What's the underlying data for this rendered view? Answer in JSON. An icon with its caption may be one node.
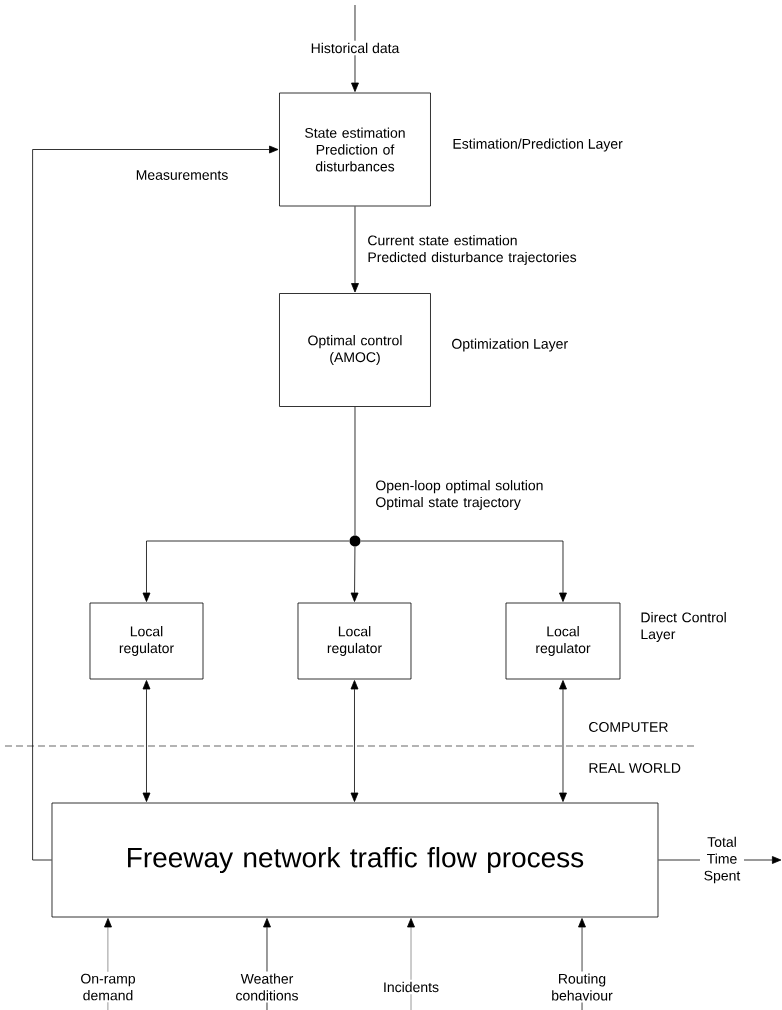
{
  "diagram": {
    "nodes": [
      {
        "text": [
          "State estimation Prediction of disturbances"
        ],
        "beside": [
          "Estimation/Prediction Layer"
        ]
      },
      {
        "text": [
          "Optimal control (AMOC)"
        ],
        "beside": [
          "Optimization Layer"
        ]
      },
      {
        "text": [],
        "shape": "circle"
      },
      {
        "text": [
          "Local regulator"
        ]
      },
      {
        "text": [
          "Local regulator"
        ]
      },
      {
        "text": [
          "Local regulator"
        ],
        "beside": [
          "Direct Control Layer"
        ]
      },
      {
        "text": [
          "Freeway network traffic flow process"
        ]
      }
    ],
    "edges": [
      {
        "from": null,
        "to": 0,
        "arrow": "to",
        "label": "Historical data"
      },
      {
        "from": 6,
        "to": 0,
        "arrow": "to",
        "label": "Measurements"
      },
      {
        "from": 0,
        "to": 1,
        "arrow": "to",
        "label": "Current state estimation Predicted disturbance trajectories"
      },
      {
        "from": 1,
        "to": 2,
        "arrow": "none",
        "label": "Open-loop optimal solution Optimal state trajectory"
      },
      {
        "from": 2,
        "to": 3,
        "arrow": "to"
      },
      {
        "from": 2,
        "to": 4,
        "arrow": "to"
      },
      {
        "from": 2,
        "to": 5,
        "arrow": "to"
      },
      {
        "from": 3,
        "to": 6,
        "arrow": "both"
      },
      {
        "from": 4,
        "to": 6,
        "arrow": "both"
      },
      {
        "from": 5,
        "to": 6,
        "arrow": "both"
      },
      {
        "from": 6,
        "to": null,
        "arrow": "to",
        "label": "Total Time Spent"
      },
      {
        "from": null,
        "to": 6,
        "arrow": "to",
        "label": "On-ramp demand"
      },
      {
        "from": null,
        "to": 6,
        "arrow": "to",
        "label": "Weather conditions"
      },
      {
        "from": null,
        "to": 6,
        "arrow": "to",
        "label": "Incidents"
      },
      {
        "from": null,
        "to": 6,
        "arrow": "to",
        "label": "Routing behaviour"
      }
    ],
    "labels": [
      "COMPUTER",
      "REAL WORLD"
    ]
  }
}
